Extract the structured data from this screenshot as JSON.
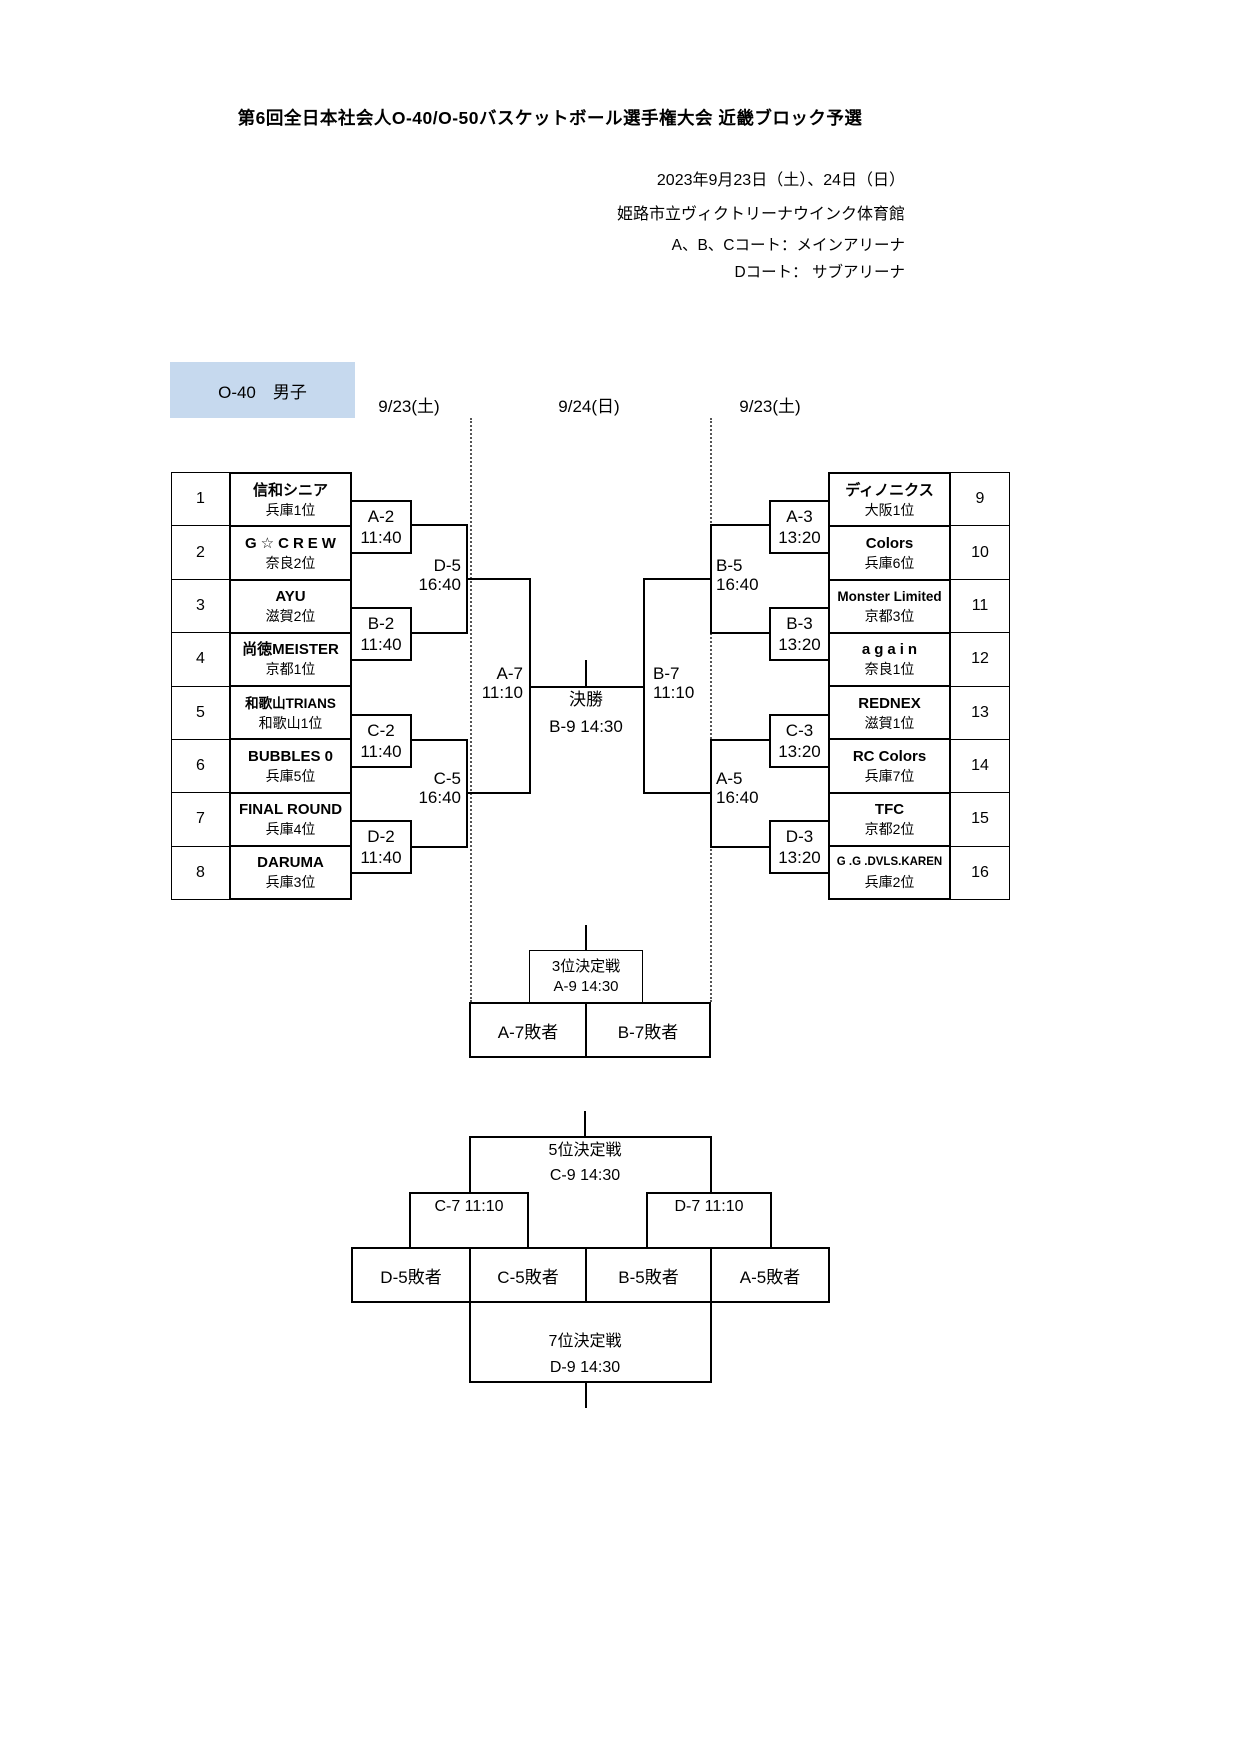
{
  "header": {
    "title": "第6回全日本社会人O-40/O-50バスケットボール選手権大会 近畿ブロック予選",
    "date_line": "2023年9月23日（土）、24日（日）",
    "venue_line": "姫路市立ヴィクトリーナウインク体育館",
    "court_line1": "A、B、Cコート：メインアリーナ",
    "court_line2": "Dコート： サブアリーナ"
  },
  "section_label": "O-40　男子",
  "accent_color": "#c6d9ee",
  "date_columns": [
    "9/23(土)",
    "9/24(日)",
    "9/23(土)"
  ],
  "left_bracket": {
    "teams": [
      {
        "seed": "1",
        "name": "信和シニア",
        "rank": "兵庫1位"
      },
      {
        "seed": "2",
        "name": "G☆CREW",
        "rank": "奈良2位"
      },
      {
        "seed": "3",
        "name": "AYU",
        "rank": "滋賀2位"
      },
      {
        "seed": "4",
        "name": "尚徳MEISTER",
        "rank": "京都1位"
      },
      {
        "seed": "5",
        "name": "和歌山TRIANS",
        "rank": "和歌山1位"
      },
      {
        "seed": "6",
        "name": "BUBBLES 0",
        "rank": "兵庫5位"
      },
      {
        "seed": "7",
        "name": "FINAL ROUND",
        "rank": "兵庫4位"
      },
      {
        "seed": "8",
        "name": "DARUMA",
        "rank": "兵庫3位"
      }
    ],
    "round1": [
      {
        "code": "A-2",
        "time": "11:40"
      },
      {
        "code": "B-2",
        "time": "11:40"
      },
      {
        "code": "C-2",
        "time": "11:40"
      },
      {
        "code": "D-2",
        "time": "11:40"
      }
    ],
    "semis": [
      {
        "code": "D-5",
        "time": "16:40"
      },
      {
        "code": "C-5",
        "time": "16:40"
      }
    ],
    "final": {
      "code": "A-7",
      "time": "11:10"
    }
  },
  "right_bracket": {
    "teams": [
      {
        "seed": "9",
        "name": "ディノニクス",
        "rank": "大阪1位"
      },
      {
        "seed": "10",
        "name": "Colors",
        "rank": "兵庫6位"
      },
      {
        "seed": "11",
        "name": "Monster Limited",
        "rank": "京都3位"
      },
      {
        "seed": "12",
        "name": "again",
        "rank": "奈良1位"
      },
      {
        "seed": "13",
        "name": "REDNEX",
        "rank": "滋賀1位"
      },
      {
        "seed": "14",
        "name": "RC Colors",
        "rank": "兵庫7位"
      },
      {
        "seed": "15",
        "name": "TFC",
        "rank": "京都2位"
      },
      {
        "seed": "16",
        "name": "G .G .DVLS.KAREN",
        "rank": "兵庫2位"
      }
    ],
    "round1": [
      {
        "code": "A-3",
        "time": "13:20"
      },
      {
        "code": "B-3",
        "time": "13:20"
      },
      {
        "code": "C-3",
        "time": "13:20"
      },
      {
        "code": "D-3",
        "time": "13:20"
      }
    ],
    "semis": [
      {
        "code": "B-5",
        "time": "16:40"
      },
      {
        "code": "A-5",
        "time": "16:40"
      }
    ],
    "final": {
      "code": "B-7",
      "time": "11:10"
    }
  },
  "final_match": {
    "label": "決勝",
    "code_time": "B-9  14:30"
  },
  "third_place": {
    "label": "3位決定戦",
    "code_time": "A-9  14:30",
    "slots": [
      "A-7敗者",
      "B-7敗者"
    ]
  },
  "fifth_place": {
    "label": "5位決定戦",
    "code_time": "C-9  14:30",
    "left_code_time": "C-7  11:10",
    "right_code_time": "D-7  11:10",
    "slots": [
      "D-5敗者",
      "C-5敗者",
      "B-5敗者",
      "A-5敗者"
    ]
  },
  "seventh_place": {
    "label": "7位決定戦",
    "code_time": "D-9  14:30"
  }
}
